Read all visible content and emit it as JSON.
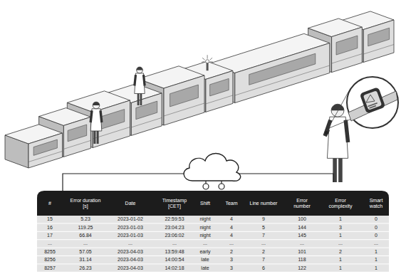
{
  "diagram": {
    "labels": [
      "#",
      "Error duration [s]",
      "Date",
      "Timestamp [CET]",
      "Shift",
      "Team",
      "Line number",
      "Error number",
      "Error complexity",
      "Smart watch",
      "15",
      "5.23",
      "2023-01-02",
      "22:59:53",
      "night",
      "4",
      "9",
      "100",
      "1",
      "0",
      "16",
      "119.25",
      "2023-01-03",
      "23:04:23",
      "night",
      "4",
      "5",
      "144",
      "3",
      "0",
      "17",
      "66.84",
      "2023-01-03",
      "23:06:02",
      "night",
      "4",
      "7",
      "145",
      "1",
      "0",
      "...",
      "...",
      "...",
      "...",
      "...",
      "...",
      "...",
      "...",
      "...",
      "...",
      "8255",
      "57.05",
      "2023-04-03",
      "13:59:48",
      "early",
      "2",
      "2",
      "101",
      "2",
      "1",
      "8256",
      "31.14",
      "2023-04-03",
      "14:00:54",
      "late",
      "3",
      "7",
      "118",
      "1",
      "1",
      "8257",
      "26.23",
      "2023-04-03",
      "14:02:18",
      "late",
      "3",
      "6",
      "122",
      "1",
      "1"
    ]
  }
}
